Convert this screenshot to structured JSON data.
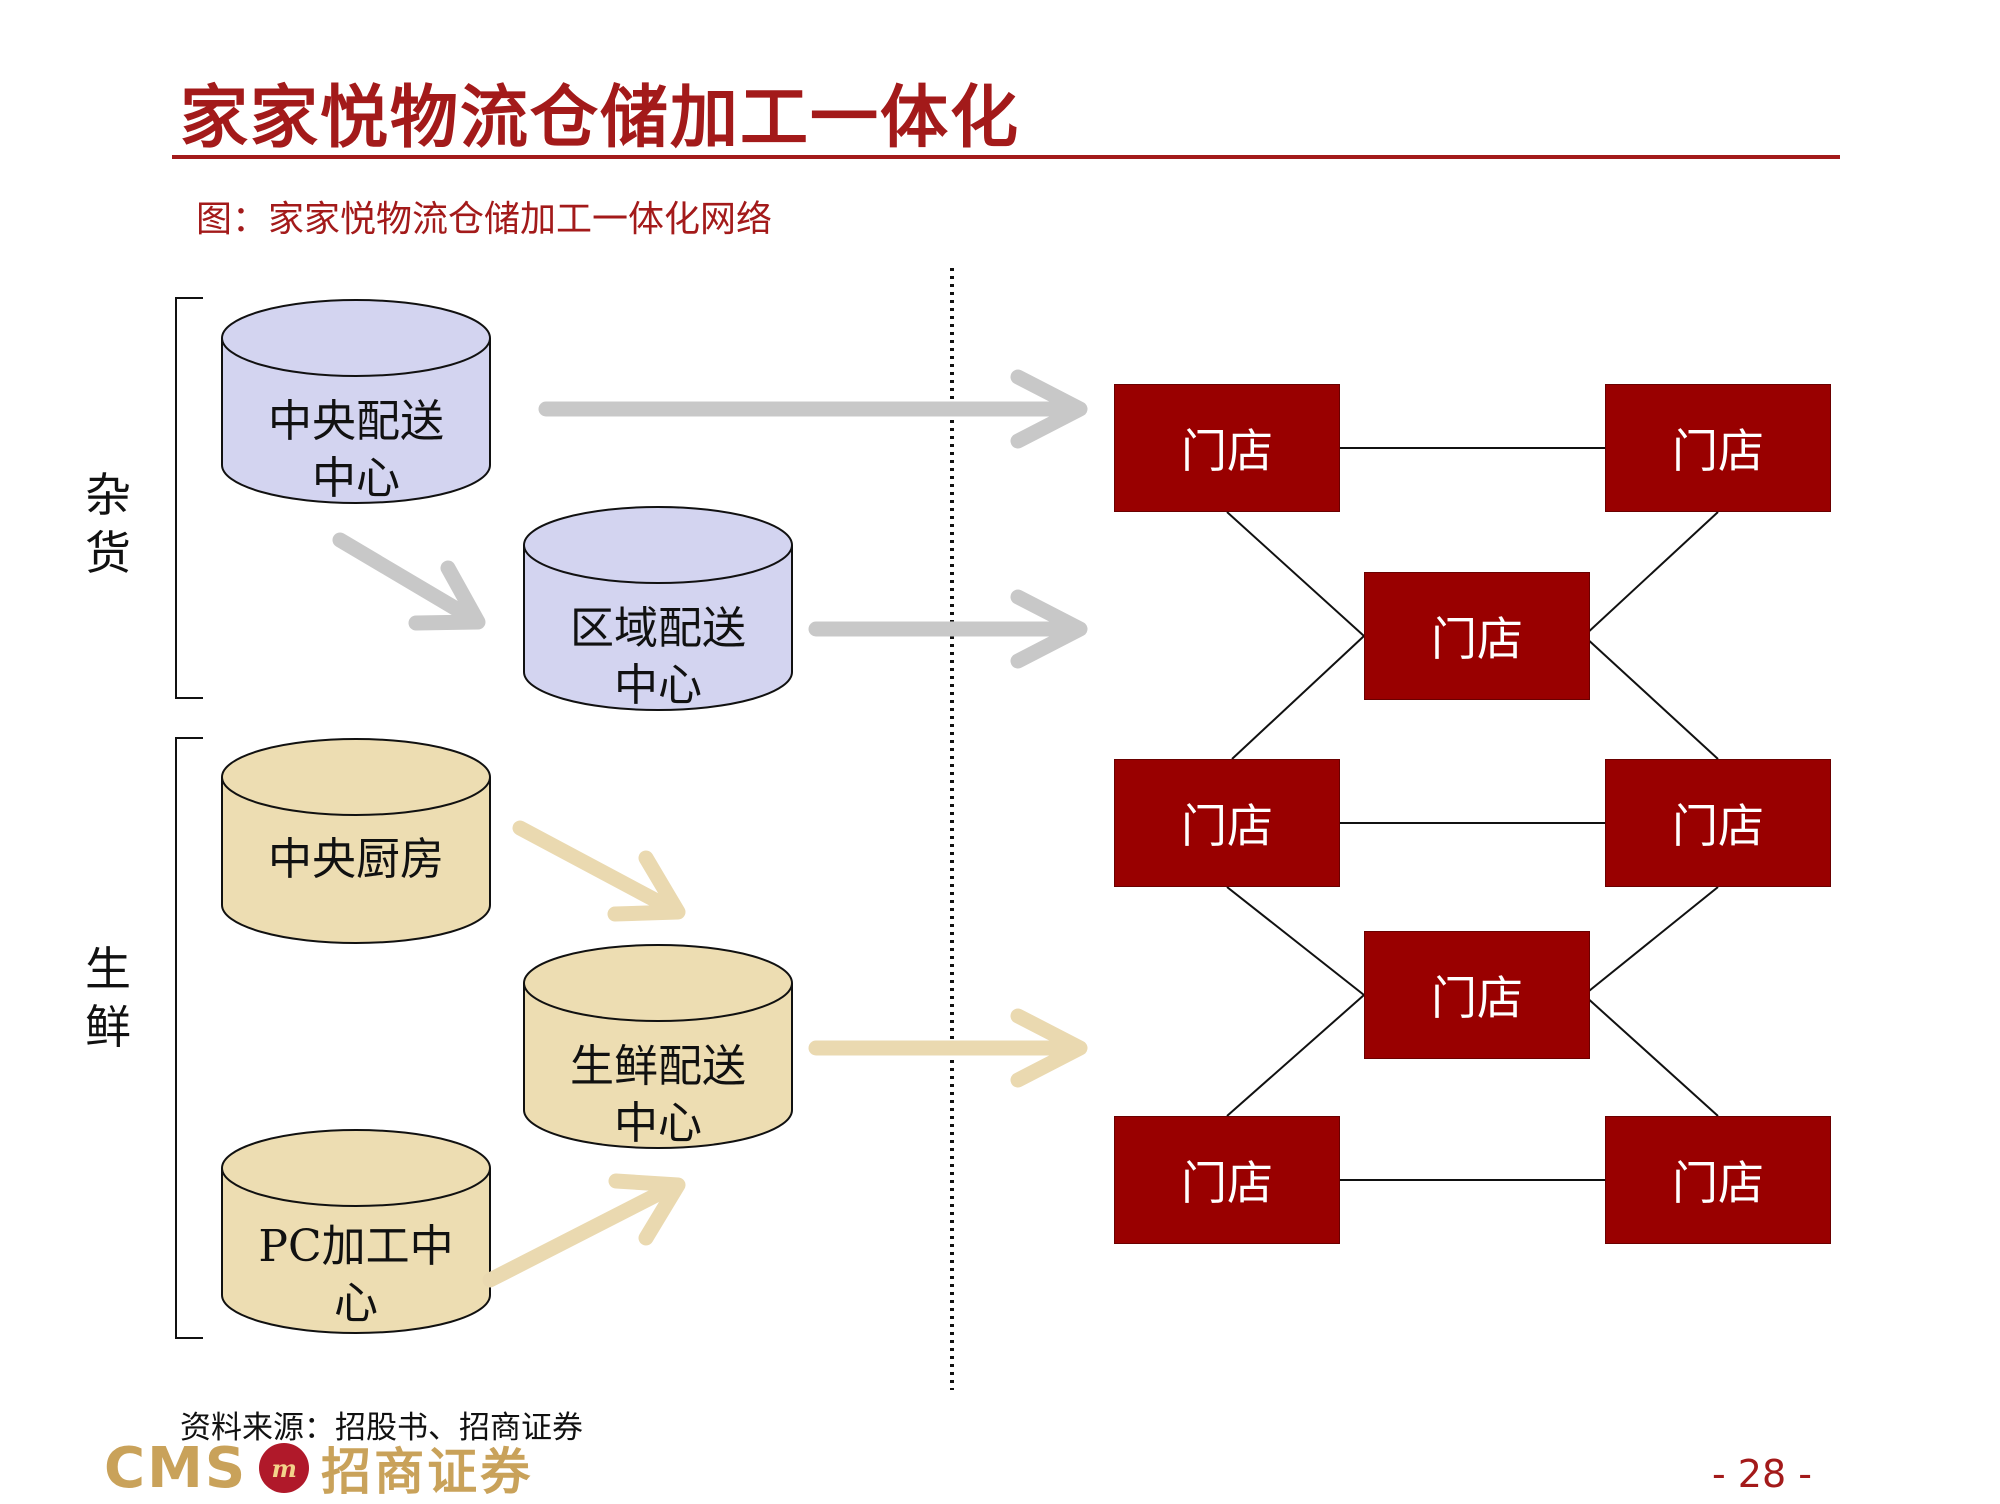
{
  "title": "家家悦物流仓储加工一体化",
  "figure_caption": "图：家家悦物流仓储加工一体化网络",
  "groups": {
    "general": "杂\n货",
    "fresh": "生\n鲜"
  },
  "centers": {
    "central_dc": "中央配送\n中心",
    "regional_dc": "区域配送\n中心",
    "central_kitchen": "中央厨房",
    "fresh_dc": "生鲜配送\n中心",
    "pc_center": "PC加工中\n心"
  },
  "store_label": "门店",
  "colors": {
    "general_fill": "#d3d4f0",
    "fresh_fill": "#edddb2",
    "store_fill": "#990000",
    "title_red": "#a31a1a",
    "gray_arrow": "#c8c8c8",
    "tan_arrow": "#ead9b0"
  },
  "source_text": "资料来源：招股书、招商证券",
  "logo": {
    "cms": "CMS",
    "seal": "m",
    "name": "招商证券"
  },
  "page_number": "- 28 -"
}
